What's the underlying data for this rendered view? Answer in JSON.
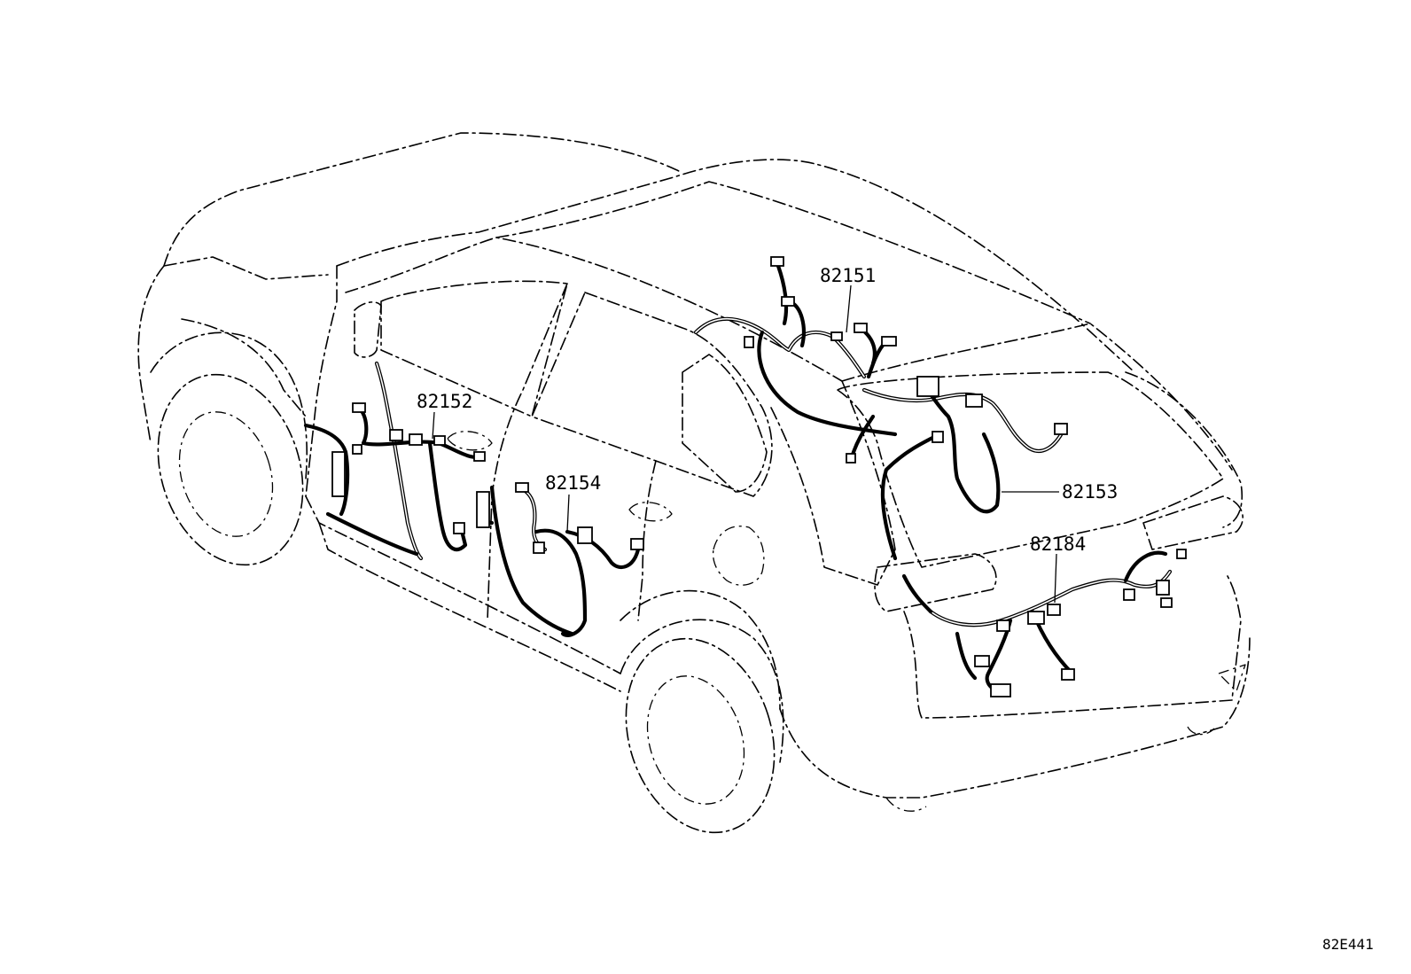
{
  "diagram": {
    "reference_code": "82E441",
    "parts": [
      {
        "id": "p82151",
        "number": "82151"
      },
      {
        "id": "p82152",
        "number": "82152"
      },
      {
        "id": "p82153",
        "number": "82153"
      },
      {
        "id": "p82154",
        "number": "82154"
      },
      {
        "id": "p82184",
        "number": "82184"
      }
    ]
  }
}
